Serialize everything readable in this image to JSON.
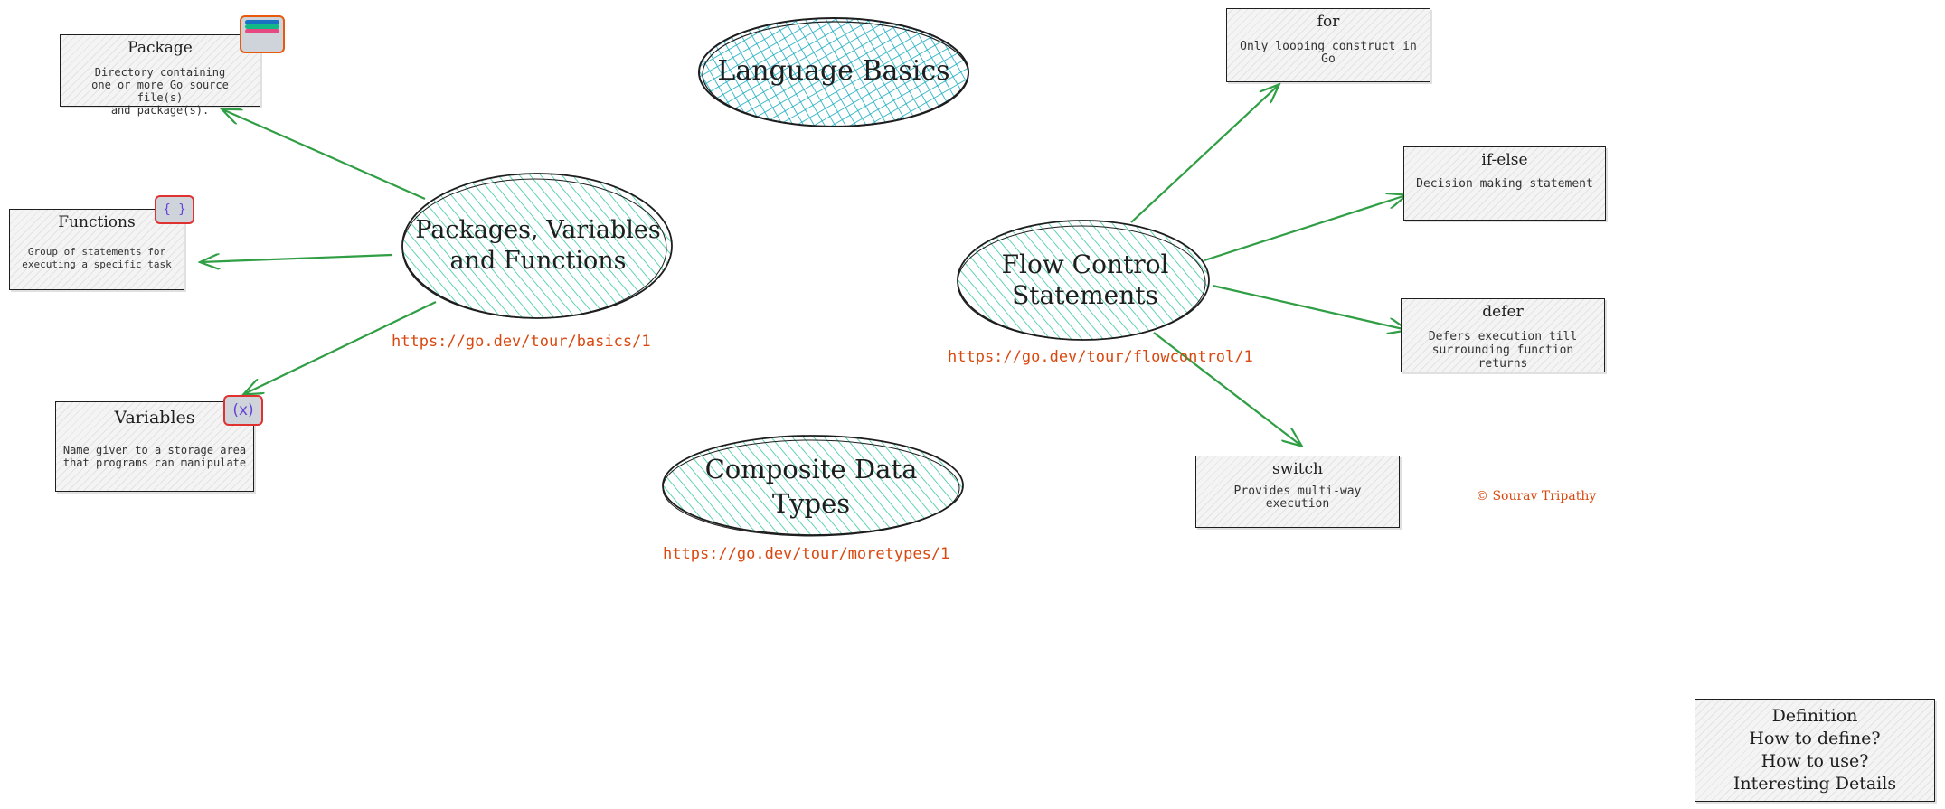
{
  "colors": {
    "accent_fill": "#63d6b3",
    "title_fill": "#15aabf",
    "arrow": "#2f9e44",
    "link": "#d9480f",
    "badge_border": "#e03131",
    "badge_fill": "#ced4da",
    "badge_text": "#6741d9"
  },
  "title": {
    "label": "Language Basics"
  },
  "hubs": {
    "packages": {
      "label_line1": "Packages, Variables",
      "label_line2": "and Functions",
      "link": "https://go.dev/tour/basics/1"
    },
    "flow": {
      "label_line1": "Flow Control",
      "label_line2": "Statements",
      "link": "https://go.dev/tour/flowcontrol/1"
    },
    "composite": {
      "label_line1": "Composite Data",
      "label_line2": "Types",
      "link": "https://go.dev/tour/moretypes/1"
    }
  },
  "nodes": {
    "package": {
      "title": "Package",
      "desc": [
        "Directory containing",
        "one or more Go source file(s)",
        "and package(s)."
      ],
      "icon": "stacked-layers-icon"
    },
    "functions": {
      "title": "Functions",
      "desc": [
        "Group of statements for",
        "executing a specific task"
      ],
      "icon": "braces-icon",
      "icon_text": "{ }"
    },
    "variables": {
      "title": "Variables",
      "desc": [
        "Name given to a storage area",
        "that programs can manipulate"
      ],
      "icon": "variable-x-icon",
      "icon_text": "(x)"
    },
    "for": {
      "title": "for",
      "desc": [
        "Only looping construct in Go"
      ]
    },
    "ifelse": {
      "title": "if-else",
      "desc": [
        "Decision making statement"
      ]
    },
    "defer": {
      "title": "defer",
      "desc": [
        "Defers execution till",
        "surrounding function returns"
      ]
    },
    "switch": {
      "title": "switch",
      "desc": [
        "Provides multi-way execution"
      ]
    }
  },
  "credit": "© Sourav Tripathy",
  "legend": {
    "lines": [
      "Definition",
      "How to define?",
      "How to use?",
      "Interesting Details"
    ]
  }
}
